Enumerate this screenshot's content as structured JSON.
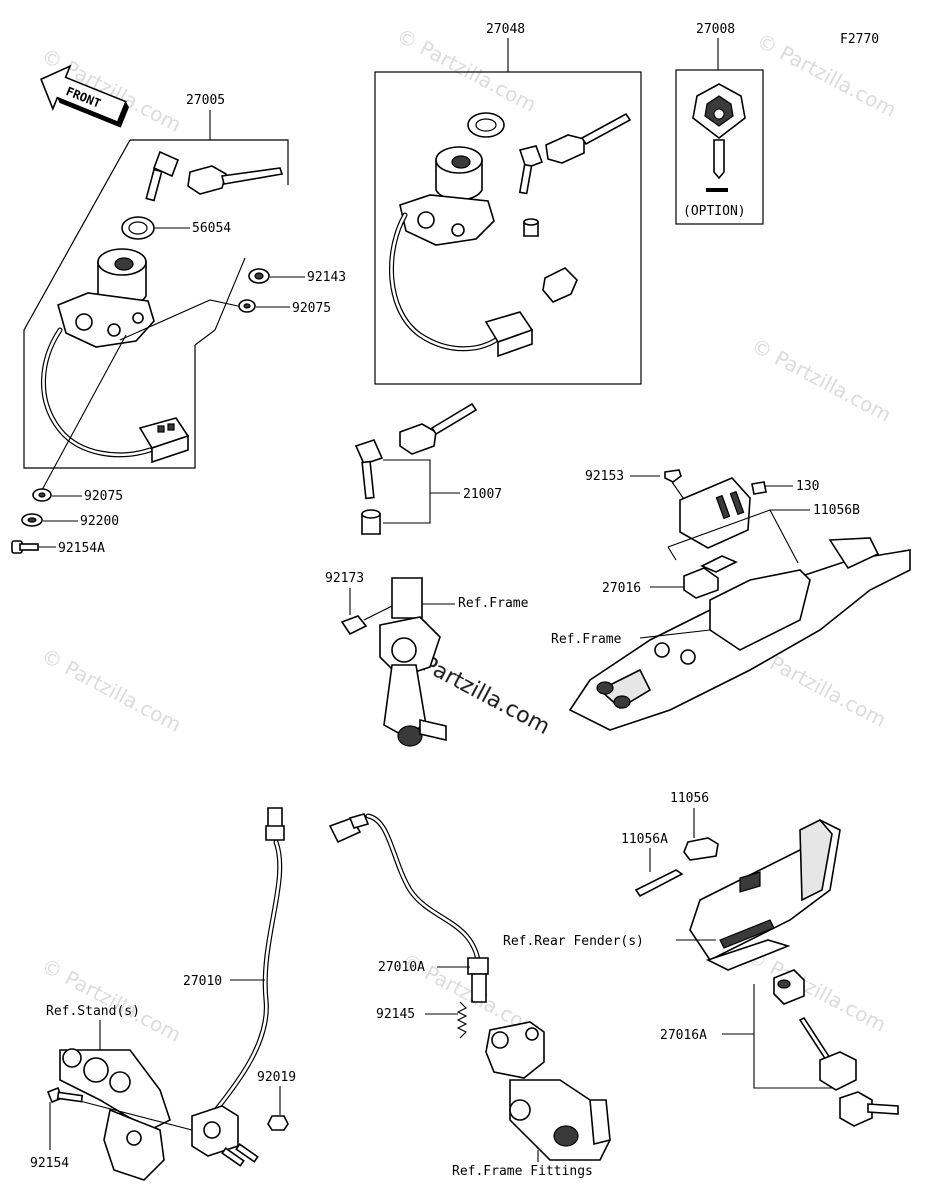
{
  "figure_code": "F2770",
  "front_label": "FRONT",
  "watermark": "© Partzilla.com",
  "watermark_center": "© Partzilla.com",
  "labels": {
    "p27005": "27005",
    "p56054": "56054",
    "p92143": "92143",
    "p92075a": "92075",
    "p92075b": "92075",
    "p92200": "92200",
    "p92154A": "92154A",
    "p27048": "27048",
    "p27008": "27008",
    "option": "(OPTION)",
    "p21007": "21007",
    "p92153": "92153",
    "p130": "130",
    "p11056B": "11056B",
    "p27016": "27016",
    "ref_frame_1": "Ref.Frame",
    "ref_frame_2": "Ref.Frame",
    "p92173": "92173",
    "p11056": "11056",
    "p11056A": "11056A",
    "ref_rear_fender": "Ref.Rear Fender(s)",
    "p27016A": "27016A",
    "p27010": "27010",
    "p27010A": "27010A",
    "ref_stand": "Ref.Stand(s)",
    "p92019": "92019",
    "p92154": "92154",
    "p92145": "92145",
    "ref_frame_fittings": "Ref.Frame Fittings"
  }
}
